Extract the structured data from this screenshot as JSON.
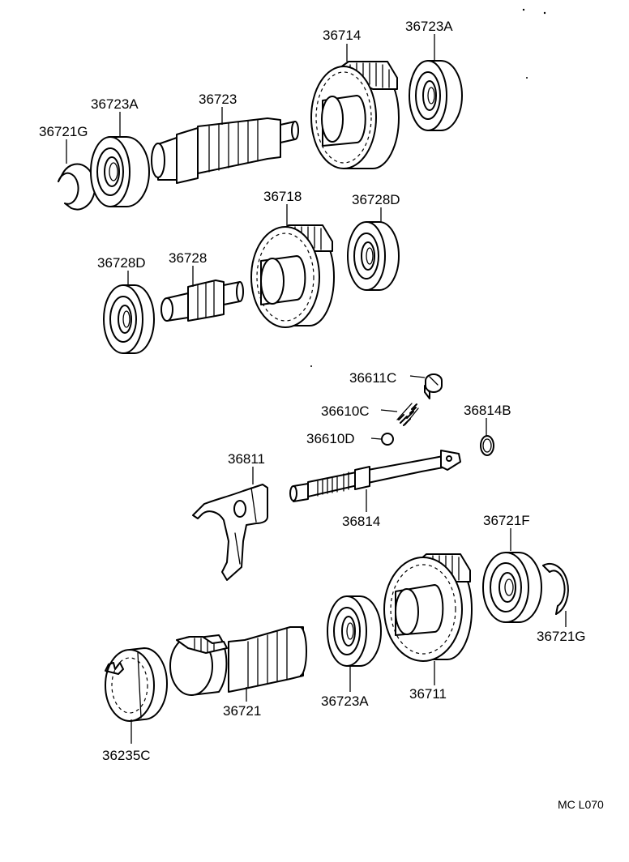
{
  "diagram_code": "MC L070",
  "labels": {
    "l_36714": "36714",
    "l_36723A_top": "36723A",
    "l_36723A_left": "36723A",
    "l_36723": "36723",
    "l_36721G_top": "36721G",
    "l_36718": "36718",
    "l_36728D_right": "36728D",
    "l_36728D_left": "36728D",
    "l_36728": "36728",
    "l_36611C": "36611C",
    "l_36610C": "36610C",
    "l_36814B": "36814B",
    "l_36610D": "36610D",
    "l_36811": "36811",
    "l_36814": "36814",
    "l_36721F": "36721F",
    "l_36721G_bottom": "36721G",
    "l_36723A_bottom": "36723A",
    "l_36711": "36711",
    "l_36721": "36721",
    "l_36235C": "36235C"
  }
}
